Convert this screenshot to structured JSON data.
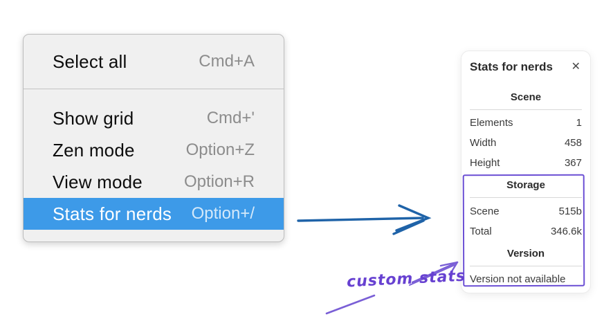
{
  "menu": {
    "sections": [
      {
        "items": [
          {
            "label": "Select all",
            "shortcut": "Cmd+A"
          }
        ]
      },
      {
        "items": [
          {
            "label": "Show grid",
            "shortcut": "Cmd+'"
          },
          {
            "label": "Zen mode",
            "shortcut": "Option+Z"
          },
          {
            "label": "View mode",
            "shortcut": "Option+R"
          },
          {
            "label": "Stats for nerds",
            "shortcut": "Option+/"
          }
        ]
      }
    ]
  },
  "stats_panel": {
    "title": "Stats for nerds",
    "close_icon": "✕",
    "sections": [
      {
        "header": "Scene",
        "rows": [
          [
            "Elements",
            "1"
          ],
          [
            "Width",
            "458"
          ],
          [
            "Height",
            "367"
          ]
        ]
      },
      {
        "header": "Storage",
        "rows": [
          [
            "Scene",
            "515b"
          ],
          [
            "Total",
            "346.6k"
          ]
        ]
      },
      {
        "header": "Version",
        "note": "Version not available"
      }
    ]
  },
  "annotation": {
    "label": "custom stats"
  },
  "colors": {
    "menu_highlight": "#3d9ae8",
    "flow_arrow": "#1f63a8",
    "annotation_purple": "#6b4fd4"
  }
}
